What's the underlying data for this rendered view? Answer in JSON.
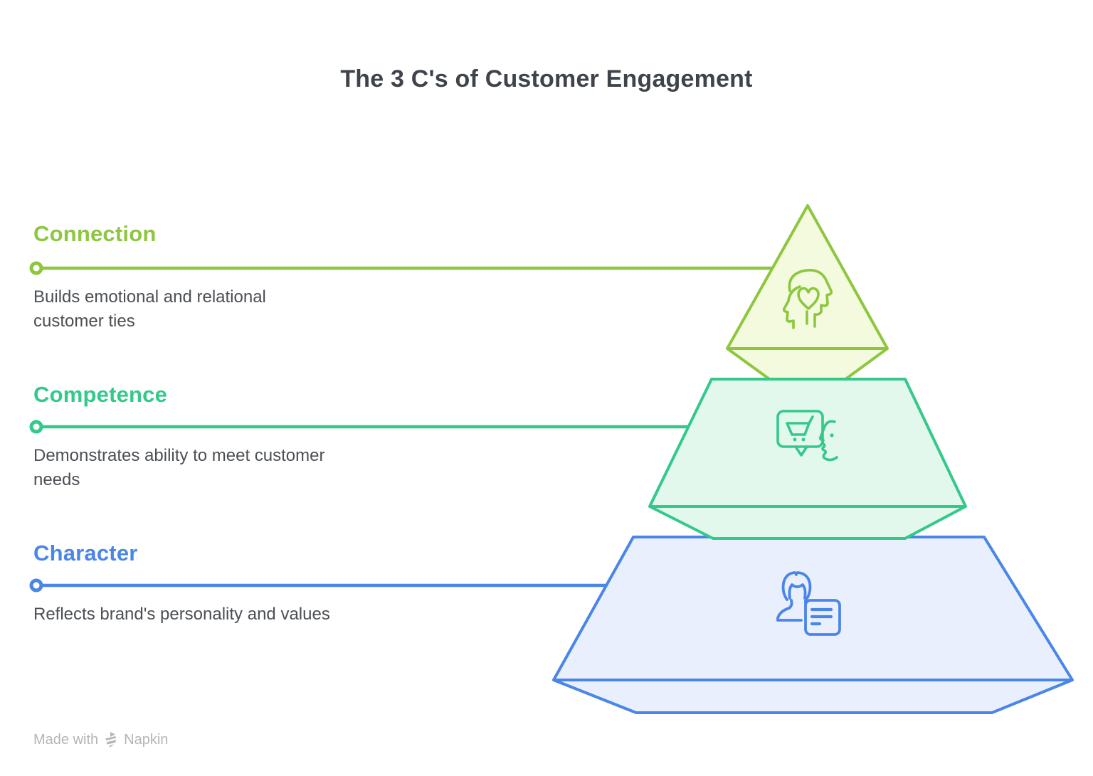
{
  "title": "The 3 C's of Customer Engagement",
  "diagram_type": "pyramid",
  "levels": [
    {
      "label": "Connection",
      "description": "Builds emotional and relational customer ties",
      "accent_color": "#8dc63f",
      "fill_color": "#f4fadd",
      "icon": "head-with-heart-icon",
      "pyramid_position": "top"
    },
    {
      "label": "Competence",
      "description": "Demonstrates ability to meet customer needs",
      "accent_color": "#34c98a",
      "fill_color": "#e2f8ec",
      "icon": "cart-speech-bubble-face-icon",
      "pyramid_position": "middle"
    },
    {
      "label": "Character",
      "description": "Reflects brand's personality and values",
      "accent_color": "#4a86e8",
      "fill_color": "#e9effc",
      "icon": "person-with-document-icon",
      "pyramid_position": "bottom"
    }
  ],
  "footer": {
    "made_with": "Made with",
    "brand": "Napkin"
  },
  "colors": {
    "title_text": "#3f444b",
    "description_text": "#4b4f54",
    "footer_text": "#b5b5b5",
    "background": "#ffffff"
  }
}
